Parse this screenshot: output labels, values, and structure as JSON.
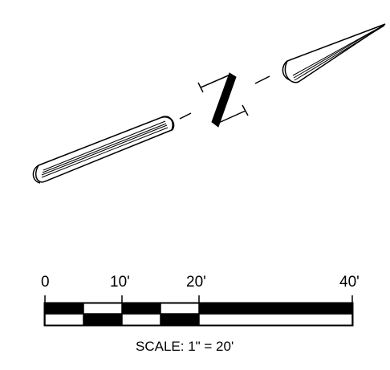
{
  "north_arrow": {
    "letter": "N",
    "icon": "north-arrow-icon"
  },
  "scale_bar": {
    "tick_labels": [
      "0",
      "10'",
      "20'",
      "40'"
    ],
    "caption": "SCALE: 1\" = 20'",
    "fill_color": "#000000",
    "background_color": "#ffffff"
  }
}
